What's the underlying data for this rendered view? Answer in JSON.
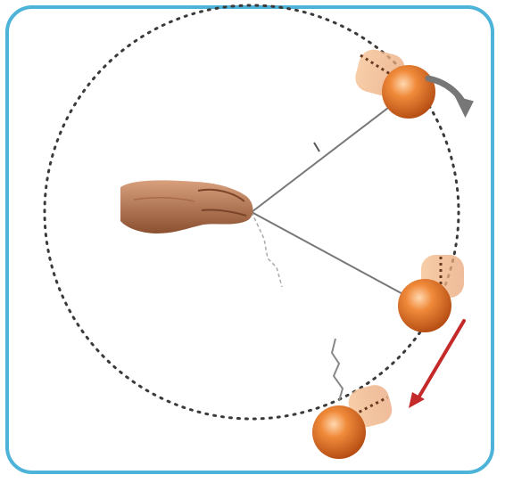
{
  "diagram": {
    "kind": "circular-motion-illustration",
    "elements": [
      "hand",
      "string",
      "ball",
      "circular-path",
      "rotation-arrow",
      "tangent-velocity-arrow"
    ]
  },
  "colors": {
    "frame_border": "#4db3d9",
    "path_dots": "#333333",
    "string": "#666666",
    "ball": "#e06a1c",
    "ball_highlight": "#ffd0a0",
    "rotation_arrow": "#777777",
    "velocity_arrow": "#c42a2a",
    "hand": "#c98863"
  },
  "icons": {
    "rotation_arrow": "curved-arrow-icon",
    "velocity_arrow": "straight-arrow-icon"
  }
}
